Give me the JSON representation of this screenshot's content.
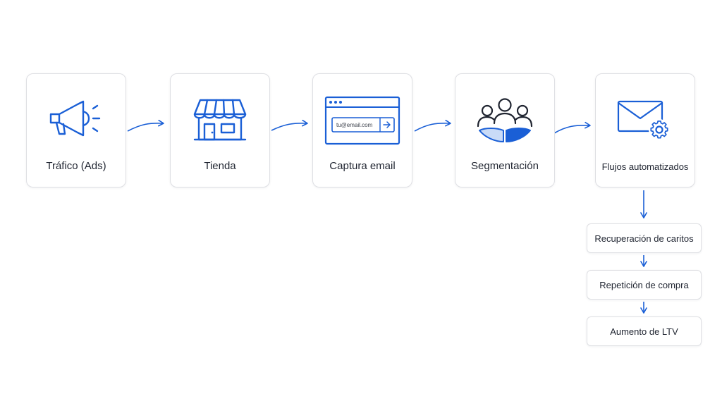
{
  "steps": [
    {
      "label": "Tráfico (Ads)",
      "icon": "megaphone-icon"
    },
    {
      "label": "Tienda",
      "icon": "storefront-icon"
    },
    {
      "label": "Captura email",
      "icon": "email-capture-form-icon"
    },
    {
      "label": "Segmentación",
      "icon": "audience-segment-icon"
    },
    {
      "label": "Flujos automatizados",
      "icon": "mail-gear-icon"
    }
  ],
  "email_form": {
    "placeholder": "tu@email.com"
  },
  "outcomes": [
    {
      "label": "Recuperación de caritos"
    },
    {
      "label": "Repetición de compra"
    },
    {
      "label": "Aumento de LTV"
    }
  ],
  "colors": {
    "accent": "#1a5fd6",
    "accent_light": "#c9dbf7",
    "border": "#dedfe3",
    "text": "#1f2430"
  }
}
